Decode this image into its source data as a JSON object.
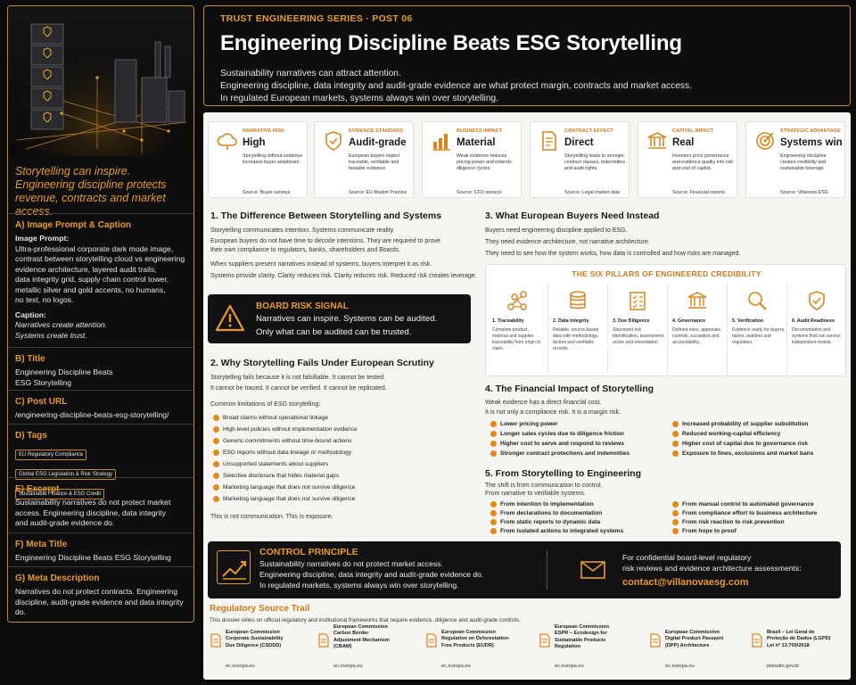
{
  "sidebar": {
    "quote": [
      "Storytelling can inspire.",
      "Engineering discipline protects",
      "revenue, contracts and market access."
    ],
    "sections": {
      "a": {
        "heading": "A) Image Prompt & Caption",
        "prompt_label": "Image Prompt:",
        "prompt_lines": [
          "Ultra-professional corporate dark mode image,",
          "contrast between storytelling cloud vs engineering",
          "evidence architecture, layered audit trails,",
          "data integrity grid, supply chain control tower,",
          "metallic silver and gold accents, no humans,",
          "no text, no logos."
        ],
        "caption_label": "Caption:",
        "caption_lines": [
          "Narratives create attention.",
          "Systems create trust."
        ]
      },
      "b": {
        "heading": "B) Title",
        "lines": [
          "Engineering Discipline Beats",
          "ESG Storytelling"
        ]
      },
      "c": {
        "heading": "C) Post URL",
        "text": "/engineering-discipline-beats-esg-storytelling/"
      },
      "d": {
        "heading": "D) Tags",
        "tags": [
          "EU Regulatory Compliance",
          "Global ESG Legislation & Risk Strategy",
          "Sustainable Finance & ESG Credit"
        ]
      },
      "e": {
        "heading": "E) Excerpt",
        "lines": [
          "Sustainability narratives do not protect market",
          "access. Engineering discipline, data integrity",
          "and audit-grade evidence do."
        ]
      },
      "f": {
        "heading": "F) Meta Title",
        "text": "Engineering Discipline Beats ESG Storytelling"
      },
      "g": {
        "heading": "G) Meta Description",
        "lines": [
          "Narratives do not protect contracts. Engineering",
          "discipline, audit-grade evidence and data integrity",
          "do."
        ]
      }
    }
  },
  "header": {
    "series": "TRUST ENGINEERING SERIES · POST 06",
    "title": "Engineering Discipline Beats ESG Storytelling",
    "lines": [
      "Sustainability narratives can attract attention.",
      "Engineering discipline, data integrity and audit-grade evidence are what protect margin, contracts and market access.",
      "In regulated European markets, systems always win over storytelling."
    ]
  },
  "cards": [
    {
      "label": "NARRATIVE RISK",
      "value": "High",
      "desc": "Storytelling without evidence increases buyer skepticism.",
      "source": "Source: Buyer surveys",
      "icon": "cloud-icon"
    },
    {
      "label": "EVIDENCE STANDARD",
      "value": "Audit-grade",
      "desc": "European buyers expect traceable, verifiable and testable evidence.",
      "source": "Source: EU Market Practice",
      "icon": "shield-check-icon"
    },
    {
      "label": "BUSINESS IMPACT",
      "value": "Material",
      "desc": "Weak evidence reduces pricing power and extends diligence cycles.",
      "source": "Source: CFO surveys",
      "icon": "bar-chart-icon"
    },
    {
      "label": "CONTRACT EFFECT",
      "value": "Direct",
      "desc": "Storytelling leads to stronger contract clauses, indemnities and audit rights.",
      "source": "Source: Legal market data",
      "icon": "contract-icon"
    },
    {
      "label": "CAPITAL IMPACT",
      "value": "Real",
      "desc": "Investors price governance and evidence quality into risk and cost of capital.",
      "source": "Source: Financial reports",
      "icon": "bank-icon"
    },
    {
      "label": "STRATEGIC ADVANTAGE",
      "value": "Systems win",
      "desc": "Engineering discipline creates credibility and sustainable leverage.",
      "source": "Source: Villanova ESG",
      "icon": "target-icon"
    }
  ],
  "s1": {
    "title": "1. The Difference Between Storytelling and Systems",
    "p1": "Storytelling communicates intention. Systems communicate reality.",
    "p2": [
      "European buyers do not have time to decode intentions. They are required to prove",
      "their own compliance to regulators, banks, shareholders and Boards."
    ],
    "p3": [
      "When suppliers present narratives instead of systems, buyers interpret it as risk.",
      "Systems provide clarity. Clarity reduces risk. Clarity reduces risk. Reduced risk creates leverage."
    ]
  },
  "signal": {
    "title": "BOARD RISK SIGNAL",
    "l1": "Narratives can inspire. Systems can be audited.",
    "l2": "Only what can be audited can be trusted."
  },
  "s2": {
    "title": "2. Why Storytelling Fails Under European Scrutiny",
    "p1": "Storytelling fails because it is not falsifiable. It cannot be tested.",
    "p2": "It cannot be traced. It cannot be verified. It cannot be replicated.",
    "p3": "Common limitations of ESG storytelling:",
    "bullets": [
      "Broad claims without operational linkage",
      "High-level policies without implementation evidence",
      "Generic commitments without time-bound actions",
      "ESG reports without data lineage or methodology",
      "Unsupported statements about suppliers",
      "Selective disclosure that hides material gaps",
      "Marketing language that does not survive diligence",
      "Marketing language that does not survive diligence"
    ],
    "closing": "This is not communication. This is exposure."
  },
  "s3": {
    "title": "3. What European Buyers Need Instead",
    "p1": "Buyers need engineering discipline applied to ESG.",
    "p2": "They need evidence architecture, not narrative architecture.",
    "p3": "They need to see how the system works, how data is controlled and how risks are managed."
  },
  "pillars": {
    "title": "THE SIX PILLARS OF ENGINEERED CREDIBILITY",
    "items": [
      {
        "title": "1. Traceability",
        "desc": "Complete product, material and supplier traceability from origin to claim.",
        "icon": "network-icon"
      },
      {
        "title": "2. Data Integrity",
        "desc": "Reliable, source-based data with methodology, factors and verifiable records.",
        "icon": "database-icon"
      },
      {
        "title": "3. Due Diligence",
        "desc": "Structured risk identification, assessment, action and remediation.",
        "icon": "checklist-icon"
      },
      {
        "title": "4. Governance",
        "desc": "Defined roles, approvals, controls, escalation and accountability.",
        "icon": "governance-icon"
      },
      {
        "title": "5. Verification",
        "desc": "Evidence ready for buyers, banks, auditors and regulators.",
        "icon": "magnifier-icon"
      },
      {
        "title": "6. Audit Readiness",
        "desc": "Documentation and systems that can survive independent review.",
        "icon": "shield-check-icon"
      }
    ]
  },
  "s4": {
    "title": "4. The Financial Impact of Storytelling",
    "p1": "Weak evidence has a direct financial cost.",
    "p2": "It is not only a compliance risk. It is a margin risk.",
    "left": [
      "Lower pricing power",
      "Longer sales cycles due to diligence friction",
      "Higher cost to serve and respond to reviews",
      "Stronger contract protections and indemnities"
    ],
    "right": [
      "Increased probability of supplier substitution",
      "Reduced working-capital efficiency",
      "Higher cost of capital due to governance risk",
      "Exposure to fines, exclusions and market bans"
    ]
  },
  "s5": {
    "title": "5. From Storytelling to Engineering",
    "p1": "The shift is from communication to control.",
    "p2": "From narrative to verifiable systems.",
    "left": [
      "From intention to implementation",
      "From declarations to documentation",
      "From static reports to dynamic data",
      "From isolated actions to integrated systems"
    ],
    "right": [
      "From manual control to automated governance",
      "From compliance effort to business architecture",
      "From risk reaction to risk prevention",
      "From hope to proof"
    ]
  },
  "control": {
    "title": "CONTROL PRINCIPLE",
    "lines": [
      "Sustainability narratives do not protect market access.",
      "Engineering discipline, data integrity and audit-grade evidence do.",
      "In regulated markets, systems always win over storytelling."
    ],
    "contact_lines": [
      "For confidential board-level regulatory",
      "risk reviews and evidence architecture assessments:"
    ],
    "email": "contact@villanovaesg.com"
  },
  "regs": {
    "title": "Regulatory Source Trail",
    "intro": "This dossier relies on official regulatory and institutional frameworks that require evidence, diligence and audit-grade controls.",
    "items": [
      {
        "lines": [
          "European Commission",
          "Corporate Sustainability",
          "Due Diligence (CSDDD)"
        ],
        "src": "ec.europa.eu"
      },
      {
        "lines": [
          "European Commission",
          "Carbon Border",
          "Adjustment Mechanism",
          "(CBAM)"
        ],
        "src": "ec.europa.eu"
      },
      {
        "lines": [
          "European Commission",
          "Regulation on Deforestation-",
          "Free Products (EUDR)"
        ],
        "src": "ec.europa.eu"
      },
      {
        "lines": [
          "European Commission",
          "ESPR – Ecodesign for",
          "Sustainable Products",
          "Regulation"
        ],
        "src": "ec.europa.eu"
      },
      {
        "lines": [
          "European Commission",
          "Digital Product Passport",
          "(DPP) Architecture"
        ],
        "src": "ec.europa.eu"
      },
      {
        "lines": [
          "Brazil – Lei Geral de",
          "Proteção de Dados (LGPD)",
          "Lei nº 13.709/2018"
        ],
        "src": "planalto.gov.br"
      }
    ]
  }
}
